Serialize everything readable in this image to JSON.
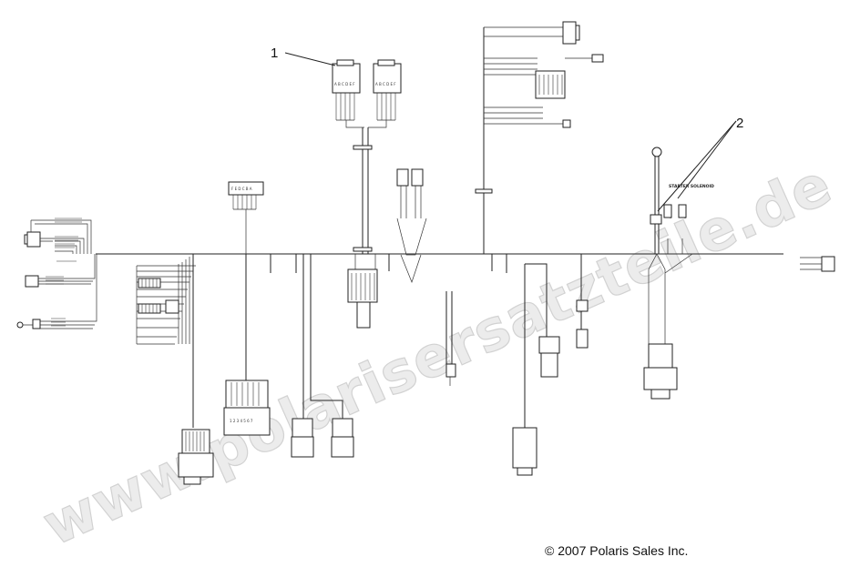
{
  "watermark": {
    "text": "www.polarisersatzteile.de"
  },
  "callouts": [
    {
      "number": "1"
    },
    {
      "number": "2"
    }
  ],
  "labels": {
    "starter_solenoid": "STARTER SOLENOID"
  },
  "copyright": "© 2007 Polaris Sales Inc."
}
